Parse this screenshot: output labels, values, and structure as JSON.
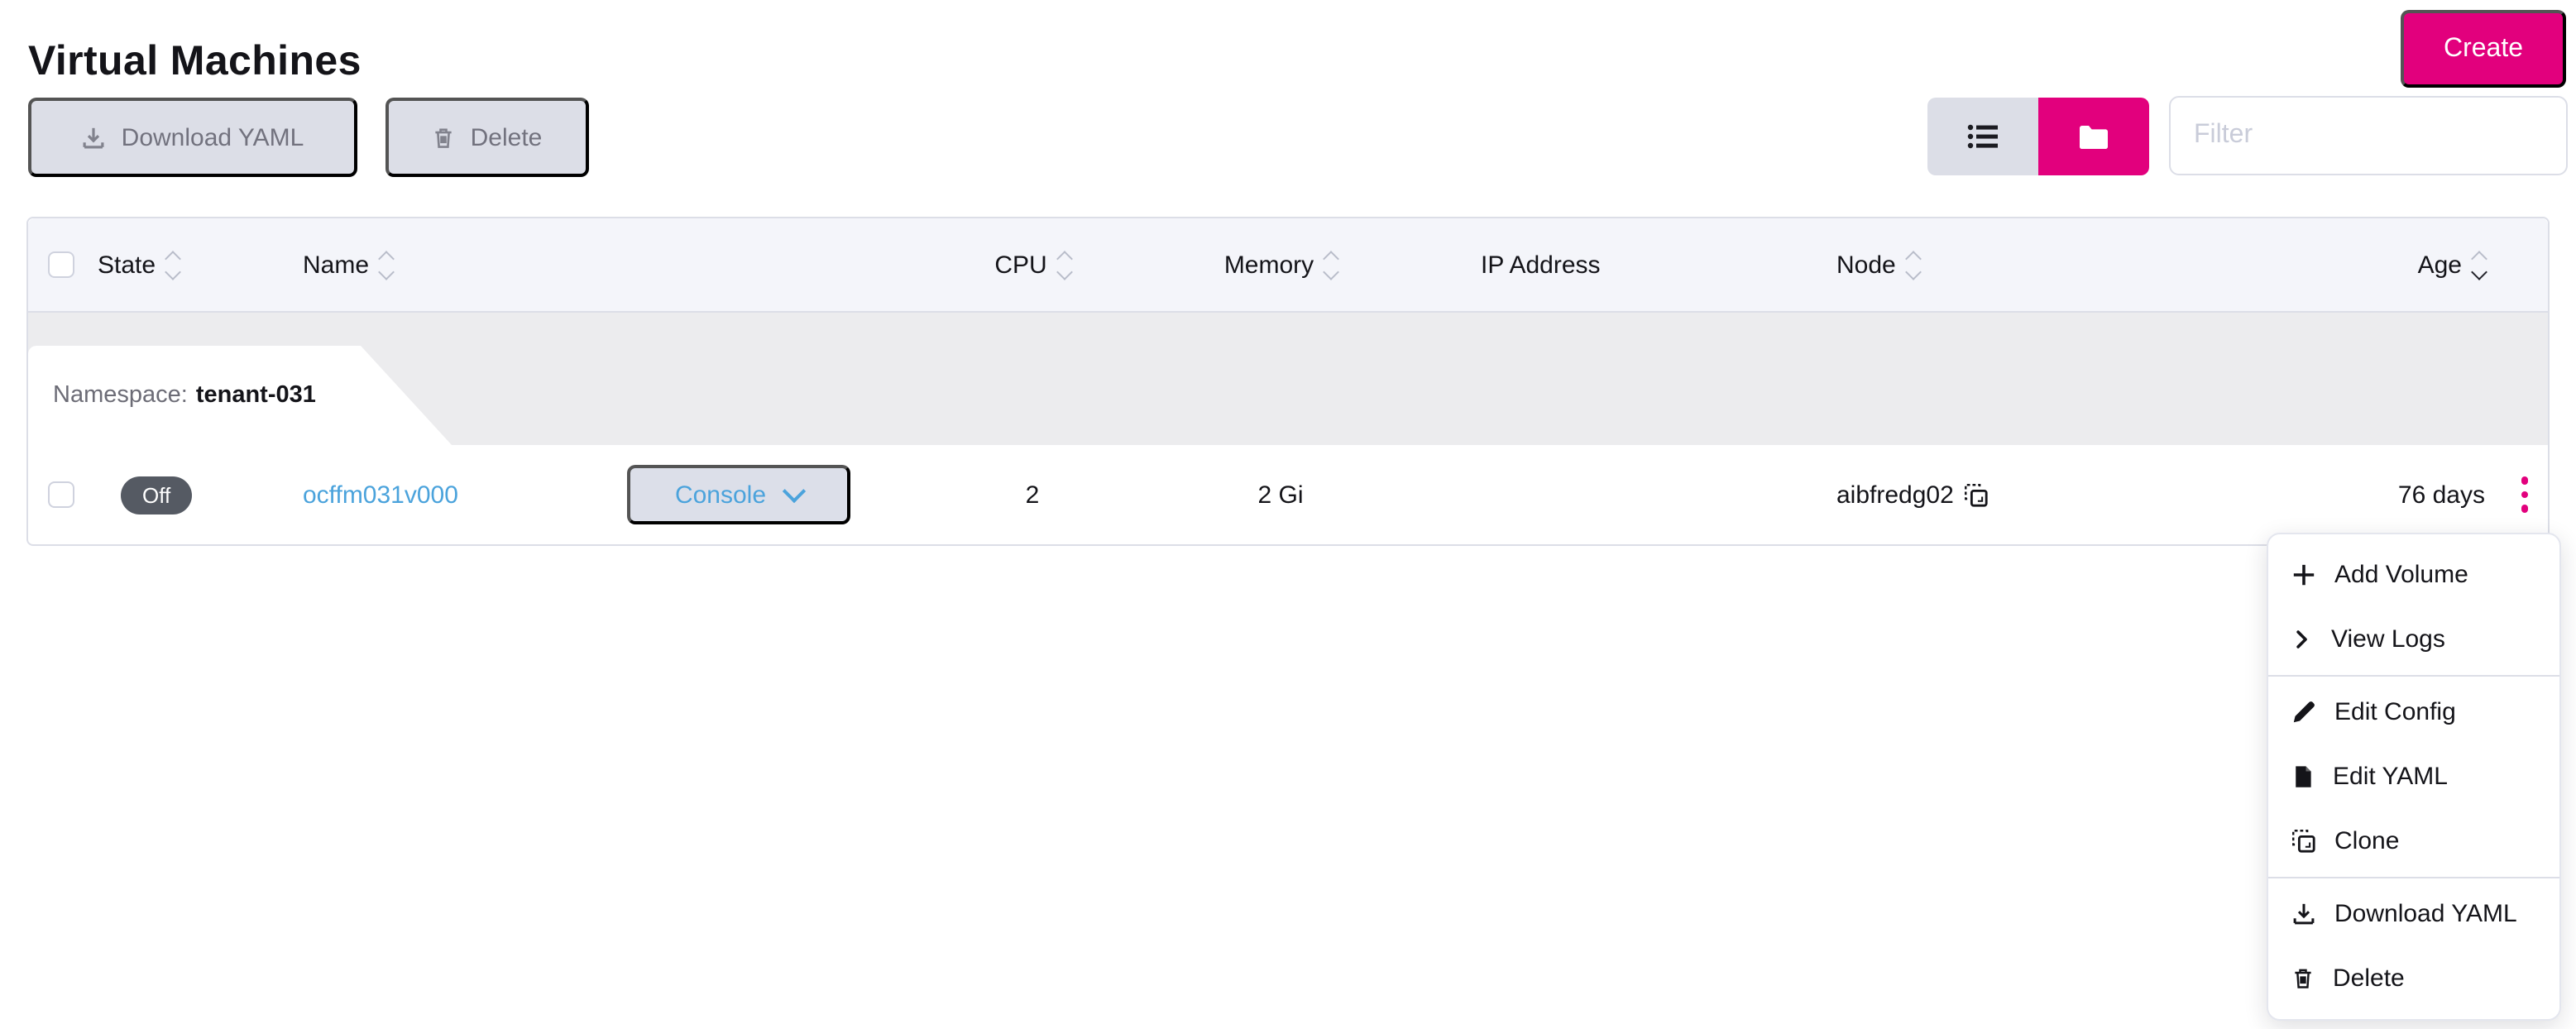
{
  "page": {
    "title": "Virtual Machines"
  },
  "toolbar": {
    "create_label": "Create",
    "download_yaml_label": "Download YAML",
    "delete_label": "Delete",
    "filter_placeholder": "Filter"
  },
  "table": {
    "columns": [
      {
        "label": "State",
        "sortable": true
      },
      {
        "label": "Name",
        "sortable": true
      },
      {
        "label": "CPU",
        "sortable": true
      },
      {
        "label": "Memory",
        "sortable": true
      },
      {
        "label": "IP Address",
        "sortable": false
      },
      {
        "label": "Node",
        "sortable": true
      },
      {
        "label": "Age",
        "sortable": true,
        "sorted": "desc"
      }
    ],
    "group": {
      "label": "Namespace:",
      "value": "tenant-031"
    },
    "row": {
      "state": "Off",
      "name": "ocffm031v000",
      "console_label": "Console",
      "cpu": "2",
      "memory": "2 Gi",
      "ip_address": "",
      "node": "aibfredg02",
      "age": "76 days"
    }
  },
  "action_menu": {
    "items": [
      {
        "label": "Add Volume",
        "icon": "plus-icon"
      },
      {
        "label": "View Logs",
        "icon": "chevron-right-icon"
      },
      {
        "label": "Edit Config",
        "icon": "pencil-icon"
      },
      {
        "label": "Edit YAML",
        "icon": "file-icon"
      },
      {
        "label": "Clone",
        "icon": "clone-icon"
      },
      {
        "label": "Download YAML",
        "icon": "download-icon"
      },
      {
        "label": "Delete",
        "icon": "trash-icon"
      }
    ]
  },
  "colors": {
    "accent": "#e2007d",
    "link_blue": "#4ba3dc",
    "table_header_bg": "#f4f5fa",
    "group_band_bg": "#ececee",
    "border": "#dcdee7",
    "badge_off_bg": "#555a63",
    "disabled_button_bg": "#dcdee7"
  }
}
